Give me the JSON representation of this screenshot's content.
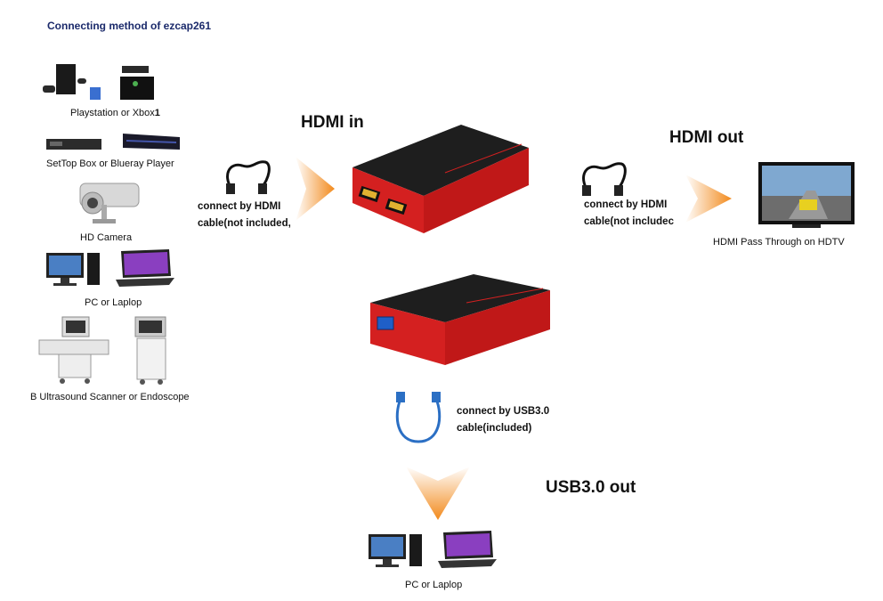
{
  "title": "Connecting method of ezcap261",
  "sources": [
    {
      "label": "Playstation or Xbox",
      "suffix": "1"
    },
    {
      "label": "SetTop Box or Blueray Player"
    },
    {
      "label": "HD Camera"
    },
    {
      "label": "PC or Laplop"
    },
    {
      "label": "B Ultrasound Scanner or Endoscope"
    }
  ],
  "hdmi_in": {
    "heading": "HDMI in",
    "line1": "connect by HDMI",
    "line2": "cable(not included,"
  },
  "hdmi_out": {
    "heading": "HDMI out",
    "line1": "connect by HDMI",
    "line2": "cable(not includec",
    "tv_caption": "HDMI Pass Through on HDTV"
  },
  "usb": {
    "line1": "connect by USB3.0",
    "line2": "cable(included)",
    "heading": "USB3.0 out",
    "pc_caption": "PC or Laplop"
  },
  "colors": {
    "title": "#1b2a6b",
    "device_red": "#d42020",
    "device_black": "#1e1e1e",
    "arrow_orange": "#f28a1c",
    "usb_blue": "#2b6fc4"
  }
}
